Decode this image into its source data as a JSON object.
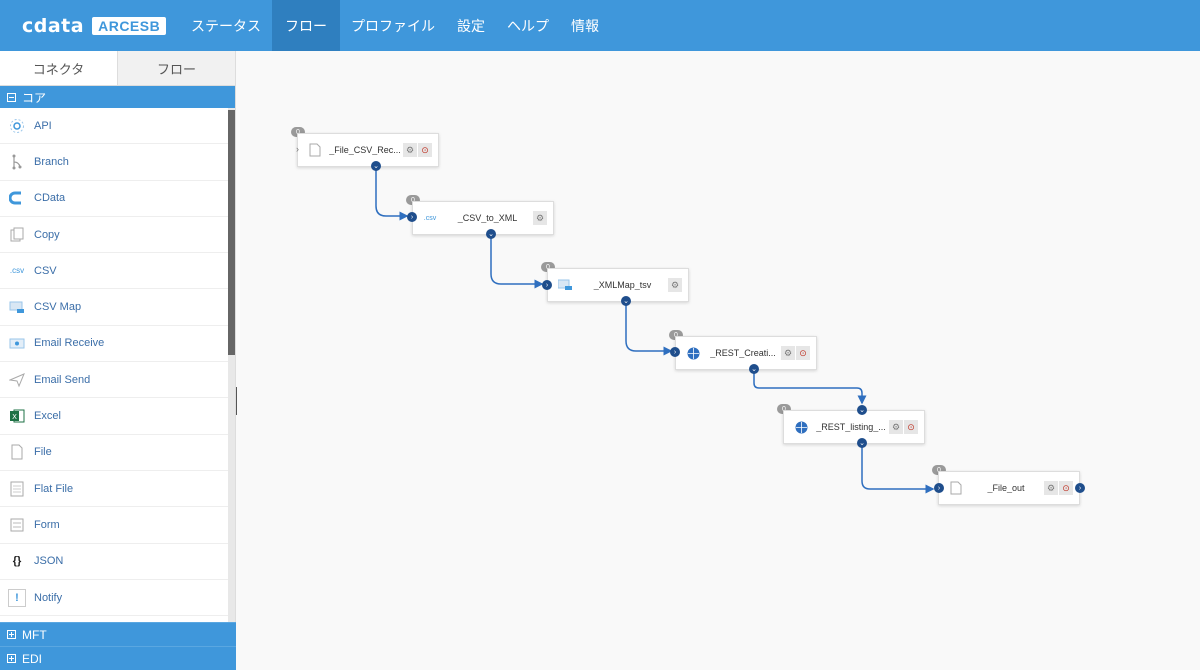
{
  "app": {
    "logo_brand": "cdata",
    "logo_product": "ARCESB"
  },
  "nav": [
    {
      "label": "ステータス"
    },
    {
      "label": "フロー",
      "active": true
    },
    {
      "label": "プロファイル"
    },
    {
      "label": "設定"
    },
    {
      "label": "ヘルプ"
    },
    {
      "label": "情報"
    }
  ],
  "sidebar": {
    "tabs": [
      {
        "label": "コネクタ",
        "active": true
      },
      {
        "label": "フロー"
      }
    ],
    "core_section": "コア",
    "items": [
      {
        "label": "API",
        "icon": "api-icon"
      },
      {
        "label": "Branch",
        "icon": "branch-icon"
      },
      {
        "label": "CData",
        "icon": "cdata-icon"
      },
      {
        "label": "Copy",
        "icon": "copy-icon"
      },
      {
        "label": "CSV",
        "icon": "csv-icon"
      },
      {
        "label": "CSV Map",
        "icon": "csv-map-icon"
      },
      {
        "label": "Email Receive",
        "icon": "email-receive-icon"
      },
      {
        "label": "Email Send",
        "icon": "email-send-icon"
      },
      {
        "label": "Excel",
        "icon": "excel-icon"
      },
      {
        "label": "File",
        "icon": "file-icon"
      },
      {
        "label": "Flat File",
        "icon": "flat-file-icon"
      },
      {
        "label": "Form",
        "icon": "form-icon"
      },
      {
        "label": "JSON",
        "icon": "json-icon"
      },
      {
        "label": "Notify",
        "icon": "notify-icon"
      }
    ],
    "bottom_sections": [
      {
        "label": "MFT"
      },
      {
        "label": "EDI"
      }
    ]
  },
  "flow": {
    "nodes": [
      {
        "label": "_File_CSV_Rec...",
        "badge": "0",
        "icon": "file-icon",
        "stop": true
      },
      {
        "label": "_CSV_to_XML",
        "badge": "0",
        "icon": "csv-icon",
        "stop": false
      },
      {
        "label": "_XMLMap_tsv",
        "badge": "0",
        "icon": "xml-map-icon",
        "stop": false
      },
      {
        "label": "_REST_Creati...",
        "badge": "0",
        "icon": "rest-icon",
        "stop": true
      },
      {
        "label": "_REST_listing_...",
        "badge": "0",
        "icon": "rest-icon",
        "stop": true
      },
      {
        "label": "_File_out",
        "badge": "0",
        "icon": "file-icon",
        "stop": true
      }
    ]
  },
  "colors": {
    "primary": "#3f97db",
    "nav_active": "#2f7fbf",
    "port": "#1f4e8c",
    "wire": "#2f6fbf"
  }
}
